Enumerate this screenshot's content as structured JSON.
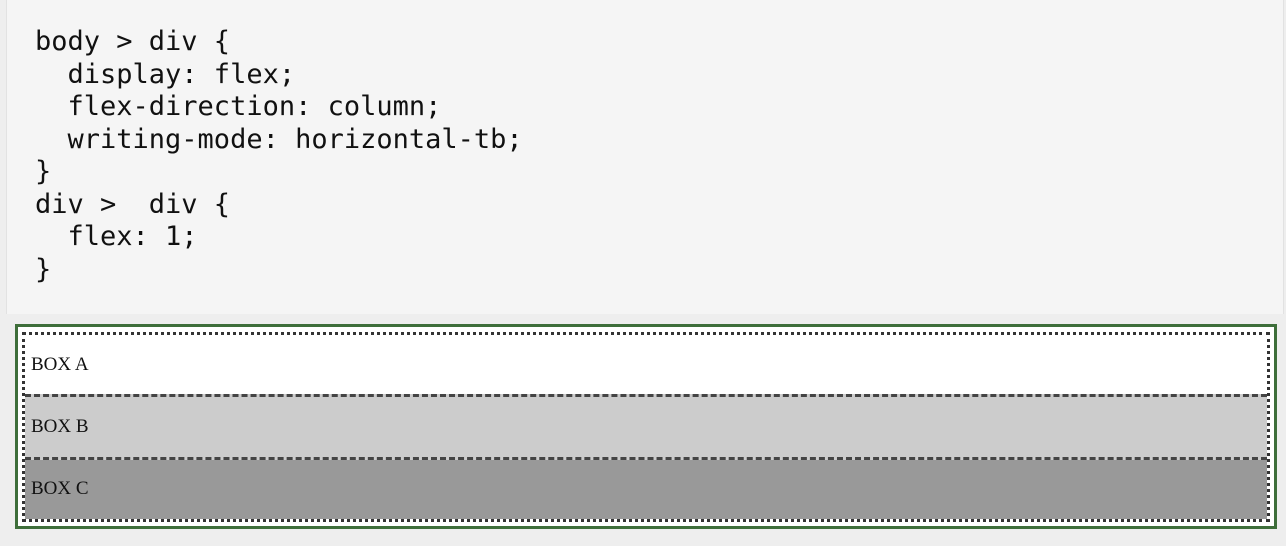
{
  "code": {
    "lines": [
      "body > div {",
      "  display: flex;",
      "  flex-direction: column;",
      "  writing-mode: horizontal-tb;",
      "}",
      "div >  div {",
      "  flex: 1;",
      "}"
    ]
  },
  "demo": {
    "boxes": [
      {
        "label": "BOX A",
        "color": "#ffffff"
      },
      {
        "label": "BOX B",
        "color": "#cccccc"
      },
      {
        "label": "BOX C",
        "color": "#999999"
      }
    ],
    "container_border_color": "#3e6e3a"
  }
}
